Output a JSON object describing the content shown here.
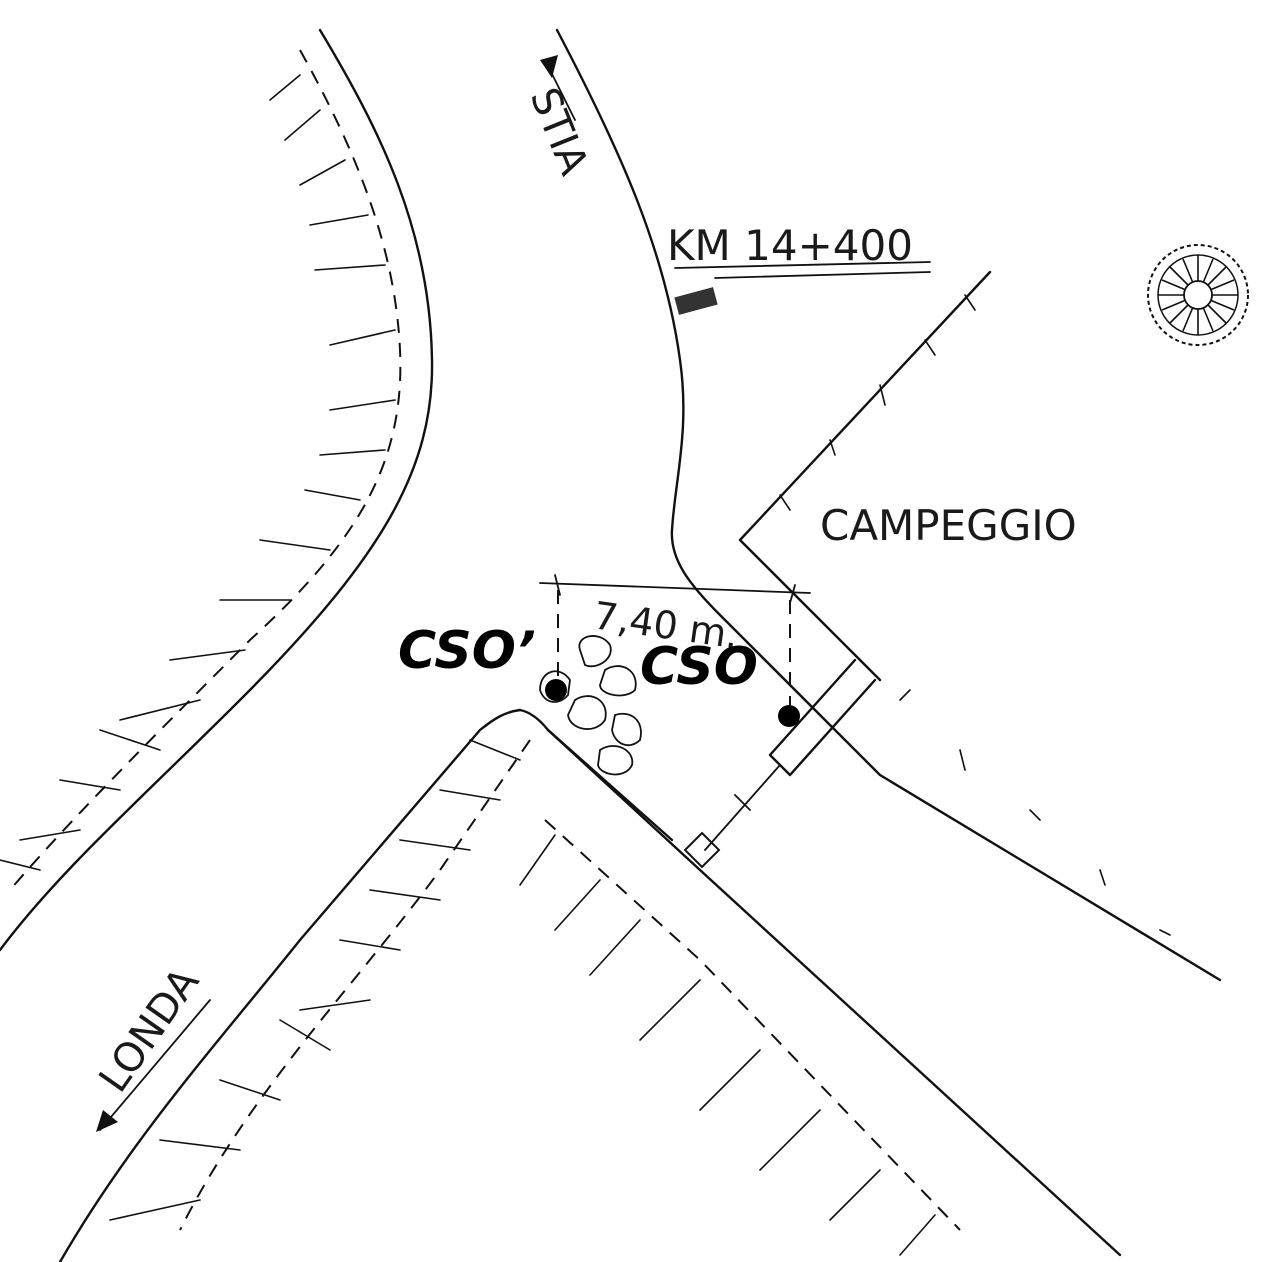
{
  "labels": {
    "stia": "STIA",
    "km": "KM 14+400",
    "campeggio": "CAMPEGGIO",
    "distance": "7,40 m.",
    "cso_prime": "CSO’",
    "cso": "CSO",
    "londa": "LONDA"
  },
  "colors": {
    "ink": "#111111",
    "paper": "#ffffff"
  },
  "icons": {
    "tree": "tree-icon",
    "marker": "km-marker-icon",
    "arrow_stia": "arrow-up-icon",
    "arrow_londa": "arrow-down-icon"
  }
}
